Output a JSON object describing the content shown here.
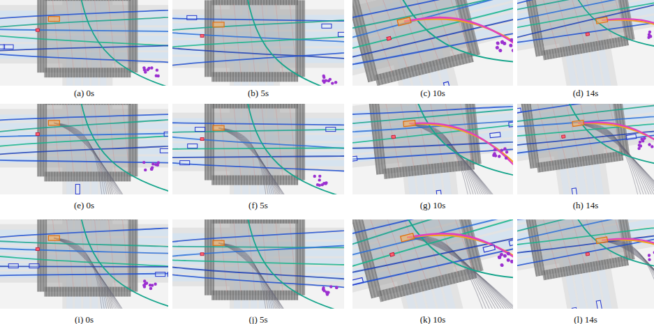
{
  "diagram": {
    "labels": [
      "(a) 0s",
      "(b) 5s",
      "(c) 10s",
      "(d) 14s",
      "(e) 0s",
      "(f) 5s",
      "(g) 10s",
      "(h) 14s",
      "(i) 0s",
      "(j) 5s",
      "(k) 10s",
      "(l) 14s"
    ]
  }
}
